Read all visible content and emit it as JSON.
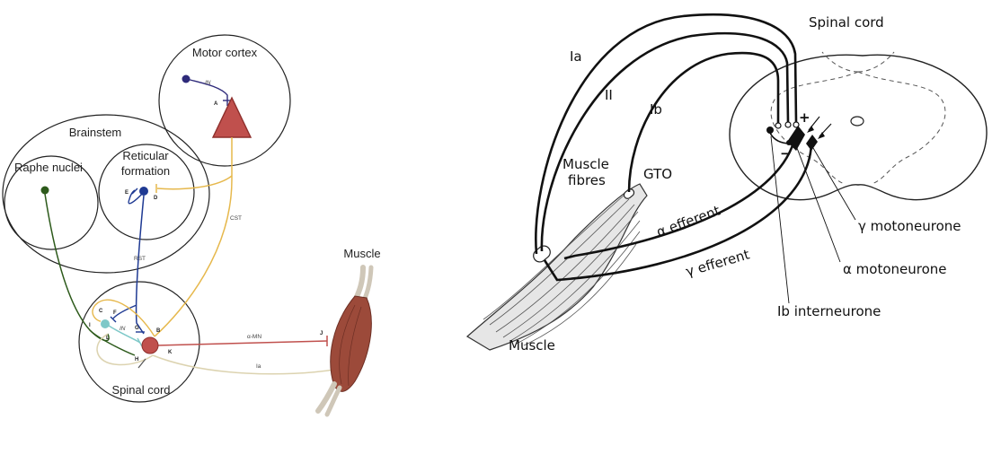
{
  "left_diagram": {
    "regions": {
      "motor_cortex": "Motor cortex",
      "brainstem": "Brainstem",
      "raphe_nuclei": "Raphe nuclei",
      "reticular_line1": "Reticular",
      "reticular_line2": "formation",
      "spinal_cord": "Spinal cord",
      "muscle": "Muscle"
    },
    "pathways": {
      "in_cortex": "IN",
      "cst": "CST",
      "rst": "RST",
      "in_spinal": "IN",
      "alpha_mn": "α-MN",
      "ia": "Ia"
    },
    "letters": {
      "a": "A",
      "b": "B",
      "c": "C",
      "d": "D",
      "e": "E",
      "f": "F",
      "g": "G",
      "h": "H",
      "i": "I",
      "j": "J",
      "k": "K",
      "l": "L"
    },
    "colors": {
      "cst": "#e6b84c",
      "rst": "#1f3a93",
      "raphe": "#2d5a1b",
      "alpha_mn": "#c0504d",
      "ia": "#dcd3b0",
      "interneuron": "#7ec8c8",
      "cortex_in": "#2e2a7a",
      "muscle": "#9c4a3a"
    }
  },
  "right_diagram": {
    "labels": {
      "spinal_cord": "Spinal cord",
      "ia": "Ia",
      "ii": "II",
      "ib": "Ib",
      "muscle_line1": "Muscle",
      "muscle_line2": "fibres",
      "gto": "GTO",
      "alpha_efferent": "α efferent",
      "gamma_efferent": "γ efferent",
      "gamma_motoneurone": "γ motoneurone",
      "alpha_motoneurone": "α motoneurone",
      "ib_interneurone": "Ib interneurone",
      "muscle": "Muscle",
      "plus": "+",
      "minus": "−"
    }
  }
}
